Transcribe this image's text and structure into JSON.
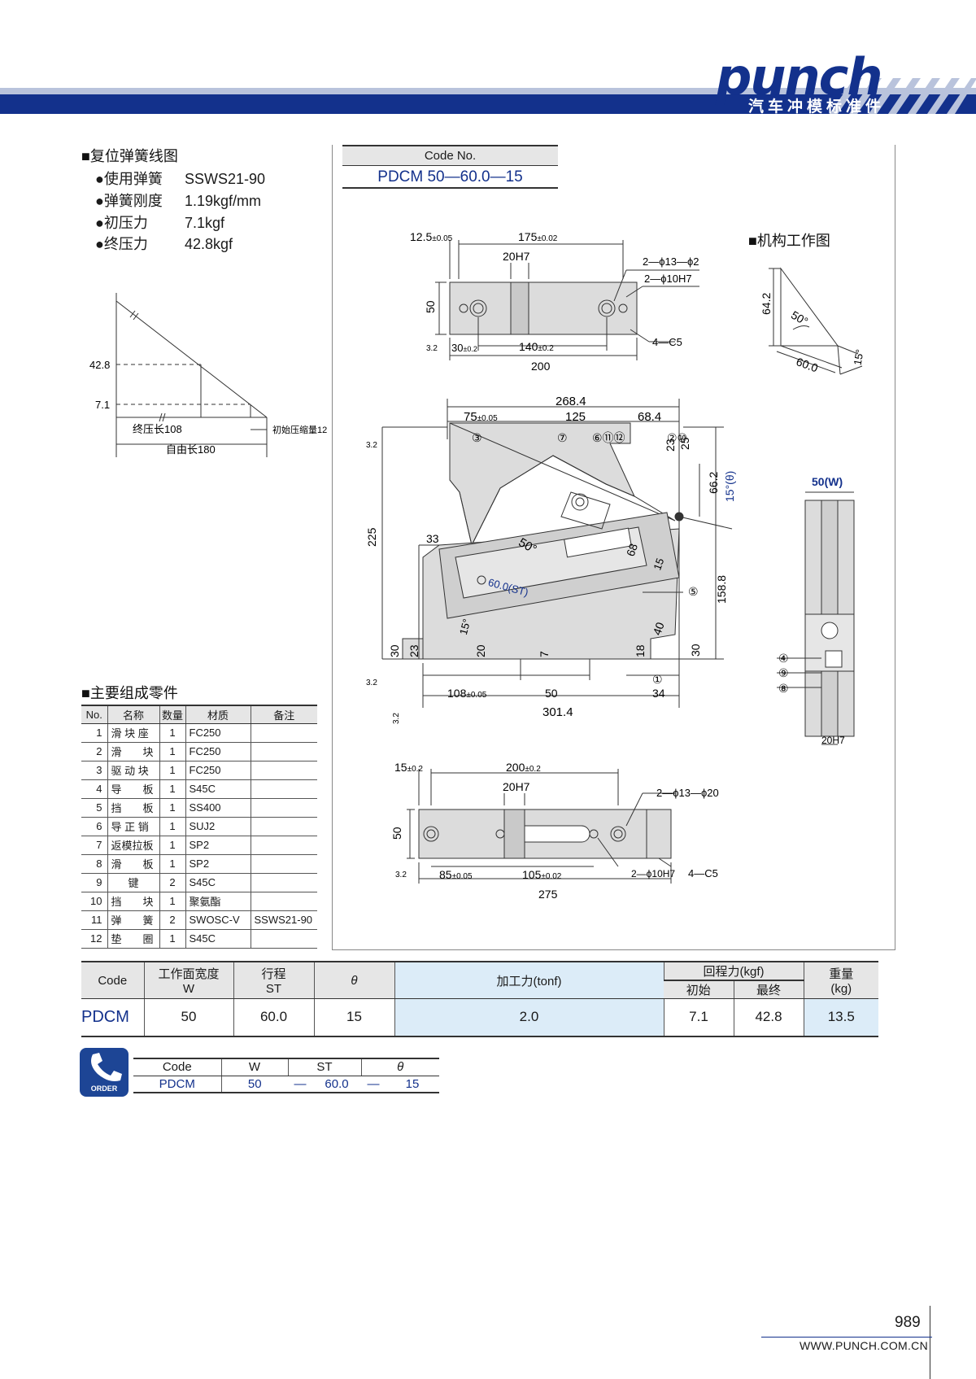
{
  "header": {
    "logo": "punch",
    "subtitle": "汽车冲模标准件"
  },
  "spring": {
    "title": "■复位弹簧线图",
    "specs": [
      {
        "label": "●使用弹簧",
        "value": "SSWS21-90"
      },
      {
        "label": "●弹簧刚度",
        "value": "1.19kgf/mm"
      },
      {
        "label": "●初压力",
        "value": "7.1kgf"
      },
      {
        "label": "●终压力",
        "value": "42.8kgf"
      }
    ],
    "chart": {
      "y_high": "42.8",
      "y_low": "7.1",
      "final_len": "终压长108",
      "initial_comp": "初始压缩量12",
      "free_len": "自由长180"
    }
  },
  "code_box": {
    "label": "Code No.",
    "value": "PDCM 50—60.0—15"
  },
  "mechanism_title": "■机构工作图",
  "drawing": {
    "top": {
      "d1": "12.5",
      "t1": "±0.05",
      "d2": "175",
      "t2": "±0.02",
      "d3": "20H7",
      "h1": "2—ϕ13—ϕ20",
      "h2": "2—ϕ10H7",
      "w": "50",
      "r": "3.2",
      "d4": "30",
      "t4": "±0.2",
      "d5": "140",
      "t5": "±0.2",
      "d6": "200",
      "c": "4—C5"
    },
    "mid": {
      "d268": "268.4",
      "d75": "75",
      "t75": "±0.05",
      "d125": "125",
      "d684": "68.4",
      "d225": "225",
      "d33": "33",
      "a50": "50°",
      "st": "60.0(ST)",
      "a15": "15°",
      "d30": "30",
      "d23": "23",
      "d20": "20",
      "d7": "7",
      "d18": "18",
      "d108": "108",
      "t108": "±0.05",
      "d50": "50",
      "d34": "34",
      "d3014": "301.4",
      "d662": "66.2",
      "ang": "15°(θ)",
      "d1588": "158.8",
      "d25": "25",
      "d68": "68",
      "d15": "15",
      "d40": "40",
      "d23b": "23",
      "d30b": "30",
      "r1": "3.2",
      "r2": "3.2",
      "r3": "3.2",
      "c1": "①",
      "c2": "②⑩",
      "c3": "③",
      "c5": "⑤",
      "c6": "⑥⑪⑫",
      "c7": "⑦"
    },
    "side": {
      "w": "50(W)",
      "c4": "④",
      "c9": "⑨",
      "c8": "⑧",
      "h": "20H7"
    },
    "work": {
      "d642": "64.2",
      "a50": "50°",
      "d60": "60.0",
      "a15": "15°"
    },
    "bot": {
      "d15": "15",
      "t15": "±0.2",
      "d200": "200",
      "t200": "±0.2",
      "d3": "20H7",
      "h1": "2—ϕ13—ϕ20",
      "w": "50",
      "r": "3.2",
      "d85": "85",
      "t85": "±0.05",
      "d105": "105",
      "t105": "±0.02",
      "h2": "2—ϕ10H7",
      "c": "4—C5",
      "d275": "275"
    }
  },
  "parts": {
    "title": "■主要组成零件",
    "headers": [
      "No.",
      "名称",
      "数量",
      "材质",
      "备注"
    ],
    "rows": [
      [
        "1",
        "滑 块 座",
        "1",
        "FC250",
        ""
      ],
      [
        "2",
        "滑　　块",
        "1",
        "FC250",
        ""
      ],
      [
        "3",
        "驱 动 块",
        "1",
        "FC250",
        ""
      ],
      [
        "4",
        "导　　板",
        "1",
        "S45C",
        ""
      ],
      [
        "5",
        "挡　　板",
        "1",
        "SS400",
        ""
      ],
      [
        "6",
        "导 正 销",
        "1",
        "SUJ2",
        ""
      ],
      [
        "7",
        "返模拉板",
        "1",
        "SP2",
        ""
      ],
      [
        "8",
        "滑　　板",
        "1",
        "SP2",
        ""
      ],
      [
        "9",
        "键",
        "2",
        "S45C",
        ""
      ],
      [
        "10",
        "挡　　块",
        "1",
        "聚氨酯",
        ""
      ],
      [
        "11",
        "弹　　簧",
        "2",
        "SWOSC-V",
        "SSWS21-90"
      ],
      [
        "12",
        "垫　　圈",
        "1",
        "S45C",
        ""
      ]
    ]
  },
  "spec_table": {
    "h_code": "Code",
    "h_w1": "工作面宽度",
    "h_w2": "W",
    "h_st1": "行程",
    "h_st2": "ST",
    "h_theta": "θ",
    "h_force": "加工力(tonf)",
    "h_ret": "回程力(kgf)",
    "h_init": "初始",
    "h_final": "最终",
    "h_wt1": "重量",
    "h_wt2": "(kg)",
    "row": {
      "code": "PDCM",
      "w": "50",
      "st": "60.0",
      "theta": "15",
      "force": "2.0",
      "init": "7.1",
      "final": "42.8",
      "weight": "13.5"
    }
  },
  "order": {
    "icon_label": "ORDER",
    "headers": [
      "Code",
      "W",
      "ST",
      "θ"
    ],
    "values": [
      "PDCM",
      "50",
      "—",
      "60.0",
      "—",
      "15"
    ]
  },
  "footer": {
    "page": "989",
    "url": "WWW.PUNCH.COM.CN"
  }
}
